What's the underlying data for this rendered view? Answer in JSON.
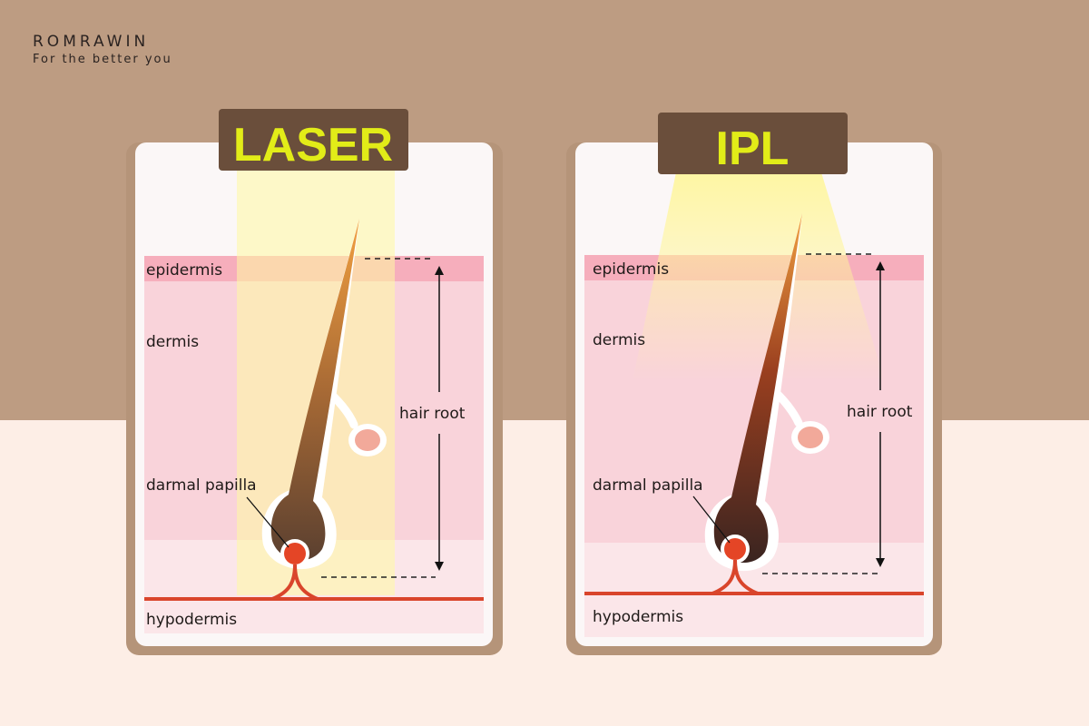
{
  "brand": {
    "name": "ROMRAWIN",
    "tagline": "For the better you"
  },
  "colors": {
    "bg_top": "#bd9c82",
    "bg_bottom": "#fdeee6",
    "panel_frame": "#b59479",
    "panel_fill": "#fbf7f7",
    "title_box": "#6a4e3b",
    "title_text": "#e2ec18",
    "epidermis": "#f6aebc",
    "dermis": "#f9d3da",
    "hypodermis": "#fbe6e9",
    "light_beam": "#fff9a3",
    "papilla": "#e44526",
    "blood_vessel": "#d9452b",
    "gland": "#f2a99a"
  },
  "panels": [
    {
      "title": "LASER",
      "labels": {
        "epidermis": "epidermis",
        "dermis": "dermis",
        "papilla": "darmal papilla",
        "hair_root": "hair root",
        "hypodermis": "hypodermis"
      }
    },
    {
      "title": "IPL",
      "labels": {
        "epidermis": "epidermis",
        "dermis": "dermis",
        "papilla": "darmal papilla",
        "hair_root": "hair root",
        "hypodermis": "hypodermis"
      }
    }
  ]
}
